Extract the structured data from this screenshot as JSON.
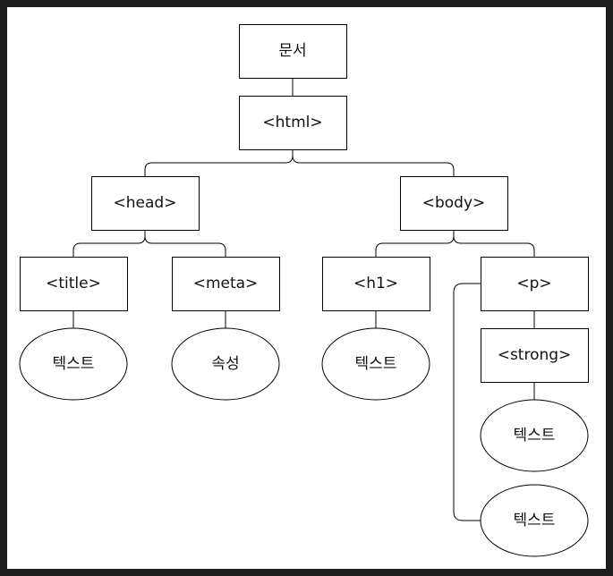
{
  "diagram": {
    "nodes": [
      {
        "id": "document",
        "label": "문서",
        "shape": "rect"
      },
      {
        "id": "html",
        "label": "<html>",
        "shape": "rect"
      },
      {
        "id": "head",
        "label": "<head>",
        "shape": "rect"
      },
      {
        "id": "body",
        "label": "<body>",
        "shape": "rect"
      },
      {
        "id": "title",
        "label": "<title>",
        "shape": "rect"
      },
      {
        "id": "meta",
        "label": "<meta>",
        "shape": "rect"
      },
      {
        "id": "h1",
        "label": "<h1>",
        "shape": "rect"
      },
      {
        "id": "p",
        "label": "<p>",
        "shape": "rect"
      },
      {
        "id": "strong",
        "label": "<strong>",
        "shape": "rect"
      },
      {
        "id": "title-text",
        "label": "텍스트",
        "shape": "ellipse"
      },
      {
        "id": "meta-attr",
        "label": "속성",
        "shape": "ellipse"
      },
      {
        "id": "h1-text",
        "label": "텍스트",
        "shape": "ellipse"
      },
      {
        "id": "strong-text",
        "label": "텍스트",
        "shape": "ellipse"
      },
      {
        "id": "p-text",
        "label": "텍스트",
        "shape": "ellipse"
      }
    ],
    "edges": [
      {
        "from": "document",
        "to": "html"
      },
      {
        "from": "html",
        "to": "head"
      },
      {
        "from": "html",
        "to": "body"
      },
      {
        "from": "head",
        "to": "title"
      },
      {
        "from": "head",
        "to": "meta"
      },
      {
        "from": "body",
        "to": "h1"
      },
      {
        "from": "body",
        "to": "p"
      },
      {
        "from": "title",
        "to": "title-text"
      },
      {
        "from": "meta",
        "to": "meta-attr"
      },
      {
        "from": "h1",
        "to": "h1-text"
      },
      {
        "from": "p",
        "to": "strong"
      },
      {
        "from": "strong",
        "to": "strong-text"
      },
      {
        "from": "p",
        "to": "p-text"
      }
    ]
  }
}
